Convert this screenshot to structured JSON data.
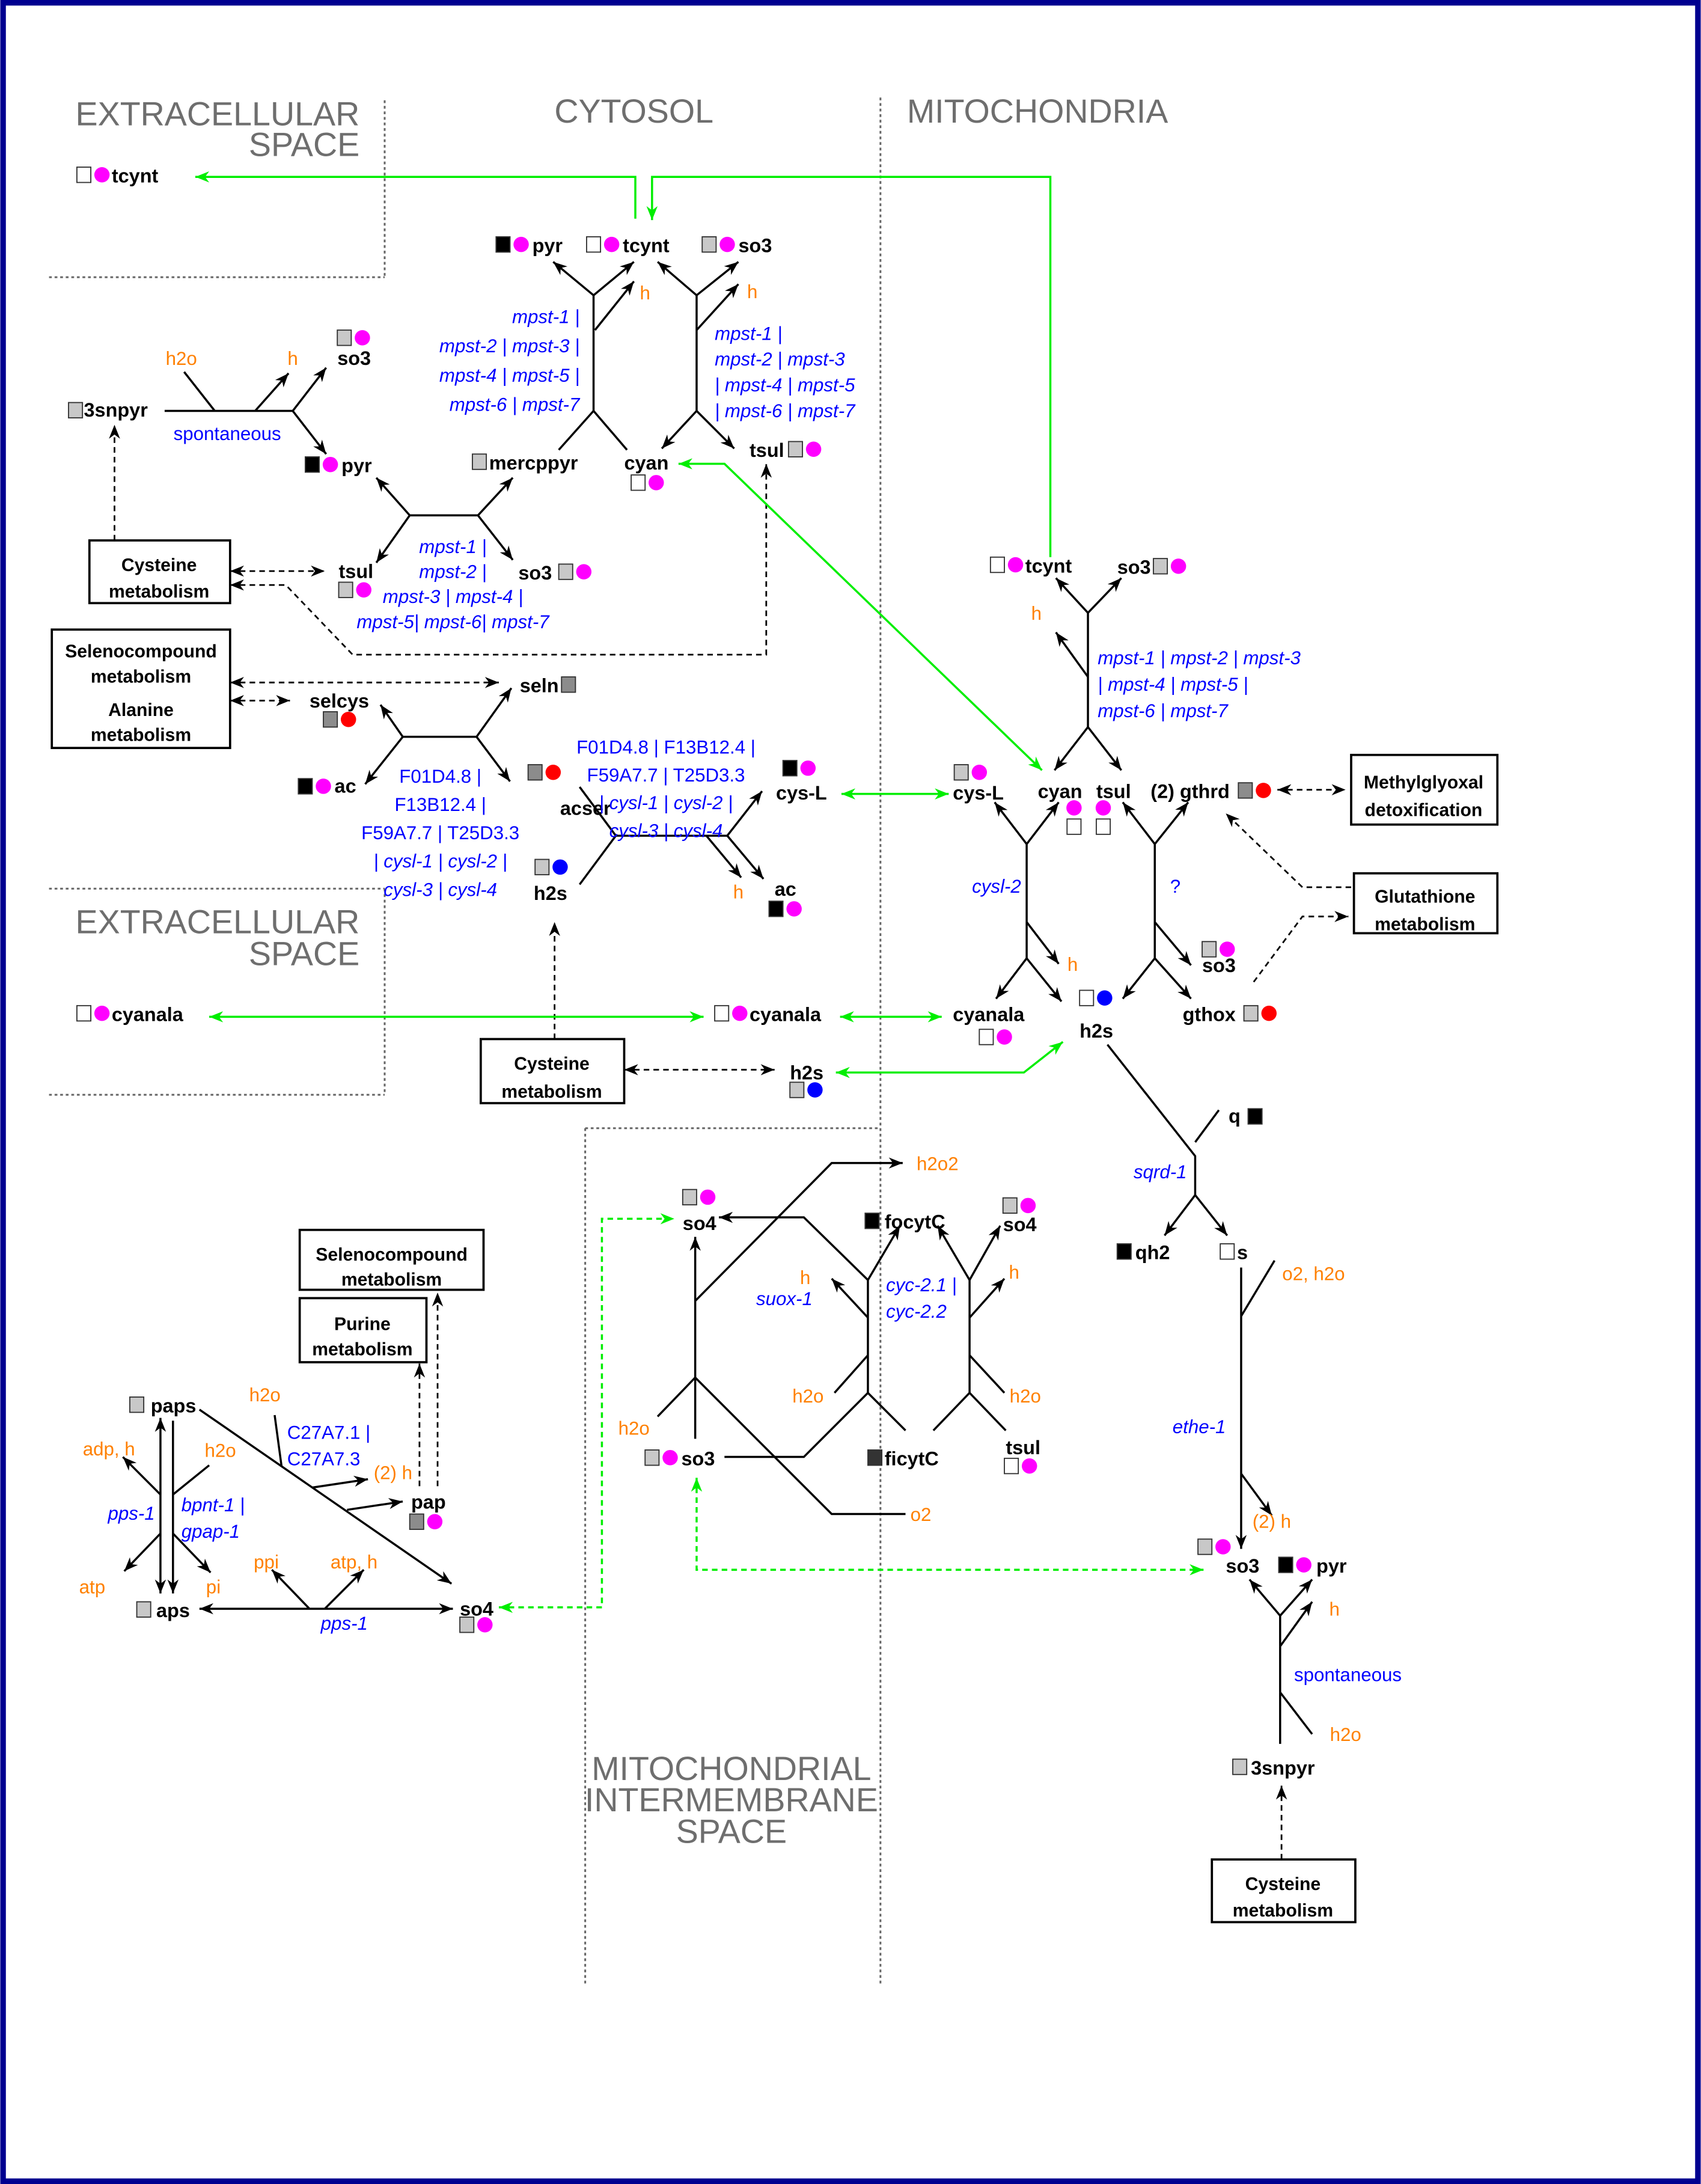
{
  "compartments": [
    {
      "lines": [
        "EXTRACELLULAR",
        "SPACE"
      ]
    },
    {
      "lines": [
        "CYTOSOL"
      ]
    },
    {
      "lines": [
        "MITOCHONDRIA"
      ]
    },
    {
      "lines": [
        "EXTRACELLULAR",
        "SPACE"
      ]
    },
    {
      "lines": [
        "MITOCHONDRIAL",
        "INTERMEMBRANE",
        "SPACE"
      ]
    }
  ],
  "metabolites": [
    {
      "label": "tcynt",
      "square": "white",
      "circle": "magenta"
    },
    {
      "label": "pyr",
      "square": "black",
      "circle": "magenta"
    },
    {
      "label": "tcynt",
      "square": "white",
      "circle": "magenta"
    },
    {
      "label": "so3",
      "square": "gray",
      "circle": "magenta"
    },
    {
      "label": "so3",
      "square": "gray",
      "circle": "magenta"
    },
    {
      "label": "3snpyr",
      "square": "gray",
      "circle": null
    },
    {
      "label": "pyr",
      "square": "black",
      "circle": "magenta"
    },
    {
      "label": "mercppyr",
      "square": "gray",
      "circle": null
    },
    {
      "label": "cyan",
      "square": "white",
      "circle": "magenta"
    },
    {
      "label": "tsul",
      "square": "gray",
      "circle": "magenta"
    },
    {
      "label": "tsul",
      "square": "gray",
      "circle": "magenta"
    },
    {
      "label": "so3",
      "square": "gray",
      "circle": "magenta"
    },
    {
      "label": "seln",
      "square": "darkgray",
      "circle": null
    },
    {
      "label": "selcys",
      "square": "darkgray",
      "circle": "red"
    },
    {
      "label": "ac",
      "square": "black",
      "circle": "magenta"
    },
    {
      "label": "acser",
      "square": "darkgray",
      "circle": "red"
    },
    {
      "label": "cys-L",
      "square": "black",
      "circle": "magenta"
    },
    {
      "label": "h2s",
      "square": "gray",
      "circle": "blue"
    },
    {
      "label": "ac",
      "square": "black",
      "circle": "magenta"
    },
    {
      "label": "cyanala",
      "square": "white",
      "circle": "magenta"
    },
    {
      "label": "cyanala",
      "square": "white",
      "circle": "magenta"
    },
    {
      "label": "h2s",
      "square": "gray",
      "circle": "blue"
    },
    {
      "label": "tcynt",
      "square": "white",
      "circle": "magenta"
    },
    {
      "label": "so3",
      "square": "gray",
      "circle": "magenta"
    },
    {
      "label": "cys-L",
      "square": "gray",
      "circle": "magenta"
    },
    {
      "label": "cyan",
      "square": "white",
      "circle": "magenta"
    },
    {
      "label": "tsul",
      "square": "white",
      "circle": "magenta"
    },
    {
      "label": "(2) gthrd",
      "square": "darkgray",
      "circle": "red"
    },
    {
      "label": "cyanala",
      "square": "white",
      "circle": "magenta"
    },
    {
      "label": "h2s",
      "square": "white",
      "circle": "blue"
    },
    {
      "label": "so3",
      "square": "gray",
      "circle": "magenta"
    },
    {
      "label": "gthox",
      "square": "gray",
      "circle": "red"
    },
    {
      "label": "q",
      "square": "black",
      "circle": null
    },
    {
      "label": "qh2",
      "square": "black",
      "circle": null
    },
    {
      "label": "s",
      "square": "white",
      "circle": null
    },
    {
      "label": "so3",
      "square": "gray",
      "circle": "magenta"
    },
    {
      "label": "pyr",
      "square": "black",
      "circle": "magenta"
    },
    {
      "label": "3snpyr",
      "square": "gray",
      "circle": null
    },
    {
      "label": "so4",
      "square": "gray",
      "circle": "magenta"
    },
    {
      "label": "focytC",
      "square": "black",
      "circle": null
    },
    {
      "label": "so4",
      "square": "gray",
      "circle": "magenta"
    },
    {
      "label": "so3",
      "square": "gray",
      "circle": "magenta"
    },
    {
      "label": "ficytC",
      "square": "charcoal",
      "circle": null
    },
    {
      "label": "tsul",
      "square": "white",
      "circle": "magenta"
    },
    {
      "label": "paps",
      "square": "gray",
      "circle": null
    },
    {
      "label": "aps",
      "square": "gray",
      "circle": null
    },
    {
      "label": "pap",
      "square": "darkgray",
      "circle": "magenta"
    },
    {
      "label": "so4",
      "square": "gray",
      "circle": "magenta"
    }
  ],
  "cofactors": [
    "h",
    "h",
    "h2o",
    "h",
    "h",
    "h",
    "h",
    "h2o2",
    "h",
    "h2o",
    "h2o",
    "h",
    "h2o",
    "o2",
    "o2, h2o",
    "(2) h",
    "h",
    "h2o",
    "h2o",
    "adp, h",
    "h2o",
    "(2) h",
    "ppi",
    "atp, h",
    "atp",
    "pi"
  ],
  "enzymes": [
    {
      "lines": [
        "mpst-1 |",
        "mpst-2 | mpst-3 |",
        "mpst-4 | mpst-5 |",
        "mpst-6 | mpst-7"
      ]
    },
    {
      "lines": [
        "mpst-1 |",
        "mpst-2 | mpst-3",
        "| mpst-4 | mpst-5",
        "| mpst-6 | mpst-7"
      ]
    },
    {
      "lines": [
        "spontaneous"
      ]
    },
    {
      "lines": [
        "mpst-1 |",
        "mpst-2 |",
        "mpst-3 | mpst-4 |",
        "mpst-5| mpst-6| mpst-7"
      ]
    },
    {
      "lines": [
        "F01D4.8 |",
        "F13B12.4 |",
        "F59A7.7 | T25D3.3",
        "| cysl-1 | cysl-2 |",
        "cysl-3 | cysl-4"
      ]
    },
    {
      "lines": [
        "F01D4.8 | F13B12.4 |",
        "F59A7.7 | T25D3.3",
        "| cysl-1 | cysl-2 |",
        "cysl-3 | cysl-4"
      ]
    },
    {
      "lines": [
        "mpst-1 | mpst-2 | mpst-3",
        "| mpst-4 | mpst-5 |",
        "mpst-6 | mpst-7"
      ]
    },
    {
      "lines": [
        "cysl-2"
      ]
    },
    {
      "lines": [
        "?"
      ]
    },
    {
      "lines": [
        "sqrd-1"
      ]
    },
    {
      "lines": [
        "ethe-1"
      ]
    },
    {
      "lines": [
        "spontaneous"
      ]
    },
    {
      "lines": [
        "suox-1"
      ]
    },
    {
      "lines": [
        "cyc-2.1 |",
        "cyc-2.2"
      ]
    },
    {
      "lines": [
        "C27A7.1 |",
        "C27A7.3"
      ]
    },
    {
      "lines": [
        "bpnt-1 |",
        "gpap-1"
      ]
    },
    {
      "lines": [
        "pps-1"
      ]
    },
    {
      "lines": [
        "pps-1"
      ]
    }
  ],
  "pathways": [
    {
      "lines": [
        "Cysteine",
        "metabolism"
      ]
    },
    {
      "lines": [
        "Selenocompound",
        "metabolism",
        "Alanine",
        "metabolism"
      ]
    },
    {
      "lines": [
        "Cysteine",
        "metabolism"
      ]
    },
    {
      "lines": [
        "Methylglyoxal",
        "detoxification"
      ]
    },
    {
      "lines": [
        "Glutathione",
        "metabolism"
      ]
    },
    {
      "lines": [
        "Selenocompound",
        "metabolism"
      ]
    },
    {
      "lines": [
        "Purine",
        "metabolism"
      ]
    },
    {
      "lines": [
        "Cysteine",
        "metabolism"
      ]
    }
  ],
  "colors": {
    "white": "#ffffff",
    "gray": "#c8c8c8",
    "darkgray": "#8c8c8c",
    "black": "#000000",
    "charcoal": "#333333",
    "magenta": "#ff00ff",
    "red": "#ff0000",
    "blue": "#0000ff",
    "enzyme": "#0000ff",
    "cofactor": "#ff8000",
    "transport": "#00ee00",
    "frame": "#000090",
    "compartment": "#6e6e6e"
  }
}
